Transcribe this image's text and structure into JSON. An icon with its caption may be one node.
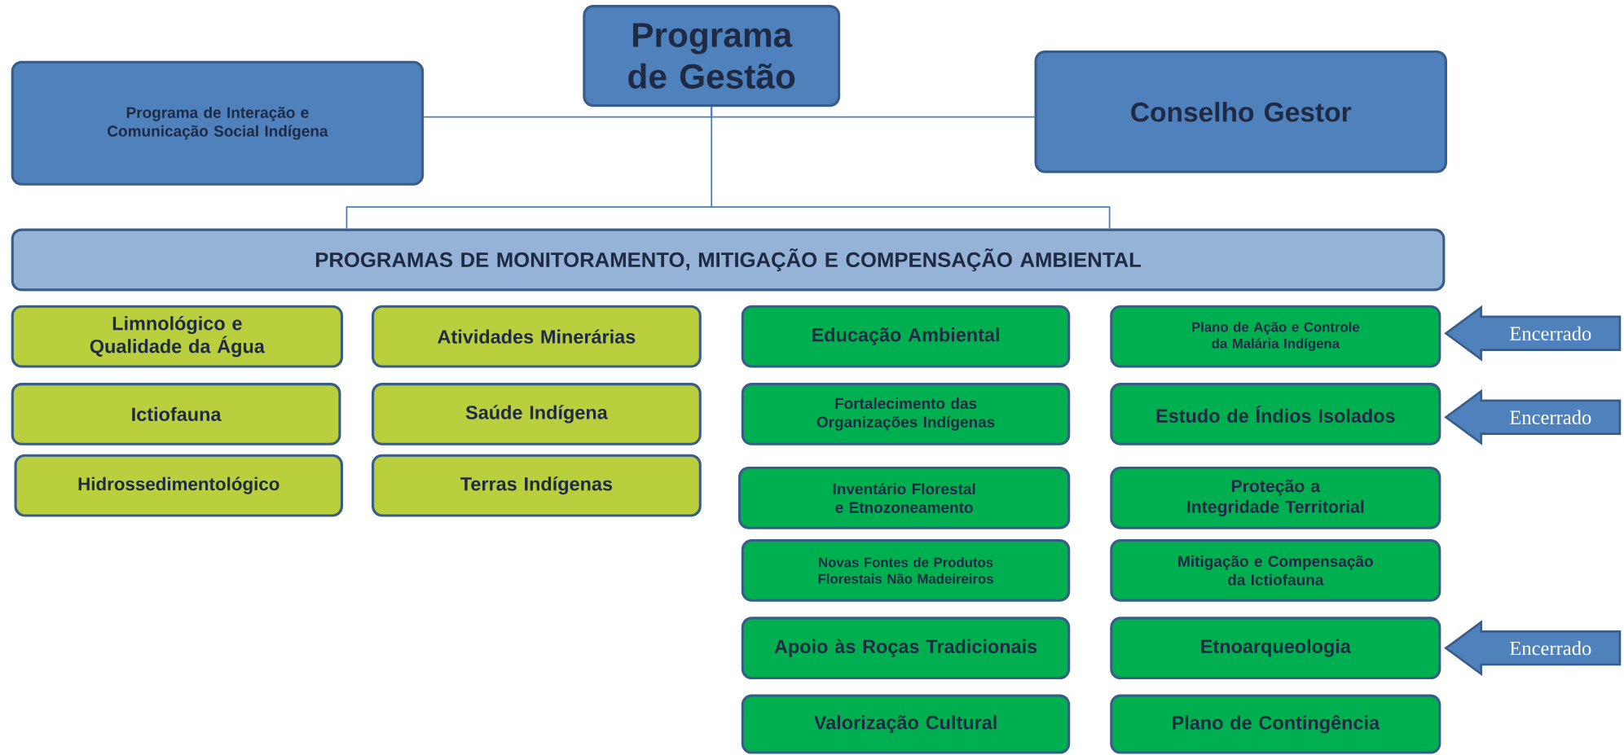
{
  "diagram": {
    "nodes": [
      {
        "text": [
          "Programa de Gestão"
        ]
      },
      {
        "text": [
          "Programa de Interação e Comunicação Social Indígena"
        ]
      },
      {
        "text": [
          "Conselho Gestor"
        ]
      },
      {
        "text": [
          "PROGRAMAS DE MONITORAMENTO, MITIGAÇÃO E COMPENSAÇÃO AMBIENTAL"
        ]
      },
      {
        "text": [
          "Limnológico e Qualidade da Água"
        ]
      },
      {
        "text": [
          "Ictiofauna"
        ]
      },
      {
        "text": [
          "Hidrossedimentológico"
        ]
      },
      {
        "text": [
          "Atividades Minerárias"
        ]
      },
      {
        "text": [
          "Saúde Indígena"
        ]
      },
      {
        "text": [
          "Terras Indígenas"
        ]
      },
      {
        "text": [
          "Educação Ambiental"
        ]
      },
      {
        "text": [
          "Fortalecimento das Organizações Indígenas"
        ]
      },
      {
        "text": [
          "Inventário Florestal e Etnozoneamento"
        ]
      },
      {
        "text": [
          "Novas Fontes de Produtos Florestais Não Madeireiros"
        ]
      },
      {
        "text": [
          "Apoio às Roças Tradicionais"
        ]
      },
      {
        "text": [
          "Valorização Cultural"
        ]
      },
      {
        "text": [
          "Plano de Ação e Controle da Malária Indígena"
        ]
      },
      {
        "text": [
          "Estudo de Índios Isolados"
        ]
      },
      {
        "text": [
          "Proteção a Integridade Territorial"
        ]
      },
      {
        "text": [
          "Mitigação e Compensação da Ictiofauna"
        ]
      },
      {
        "text": [
          "Etnoarqueologia"
        ]
      },
      {
        "text": [
          "Plano de Contingência"
        ]
      },
      {
        "text": [
          "Encerrado"
        ]
      },
      {
        "text": [
          "Encerrado"
        ]
      },
      {
        "text": [
          "Encerrado"
        ]
      }
    ],
    "edges": [
      {
        "from": 0,
        "to": 1,
        "arrow": "none"
      },
      {
        "from": 0,
        "to": 2,
        "arrow": "none"
      },
      {
        "from": 0,
        "to": 3,
        "arrow": "none"
      }
    ]
  }
}
